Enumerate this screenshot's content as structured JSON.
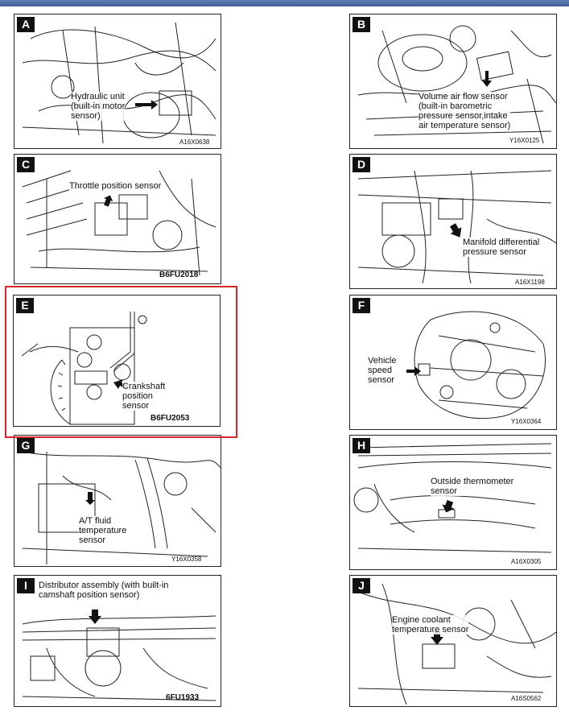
{
  "panels": [
    {
      "letter": "A",
      "caption": "Hydraulic unit\n(built-in motor\nsensor)",
      "code": "A16X0638"
    },
    {
      "letter": "B",
      "caption": "Volume air flow sensor\n(built-in barometric\npressure  sensor,intake\nair temperature sensor)",
      "code": "Y16X0125"
    },
    {
      "letter": "C",
      "caption": "Throttle position sensor",
      "code": "B6FU2018"
    },
    {
      "letter": "D",
      "caption": "Manifold differential\npressure sensor",
      "code": "A16X1198"
    },
    {
      "letter": "E",
      "caption": "Crankshaft\nposition\nsensor",
      "code": "B6FU2053"
    },
    {
      "letter": "F",
      "caption": "Vehicle\nspeed\nsensor",
      "code": "Y16X0364"
    },
    {
      "letter": "G",
      "caption": "A/T fluid\ntemperature\nsensor",
      "code": "Y16X0358"
    },
    {
      "letter": "H",
      "caption": "Outside thermometer\nsensor",
      "code": "A16X0305"
    },
    {
      "letter": "I",
      "caption": "Distributor assembly (with built-in\ncamshaft position sensor)",
      "code": "6FU1933"
    },
    {
      "letter": "J",
      "caption": "Engine coolant\ntemperature sensor",
      "code": "A16S0562"
    }
  ]
}
